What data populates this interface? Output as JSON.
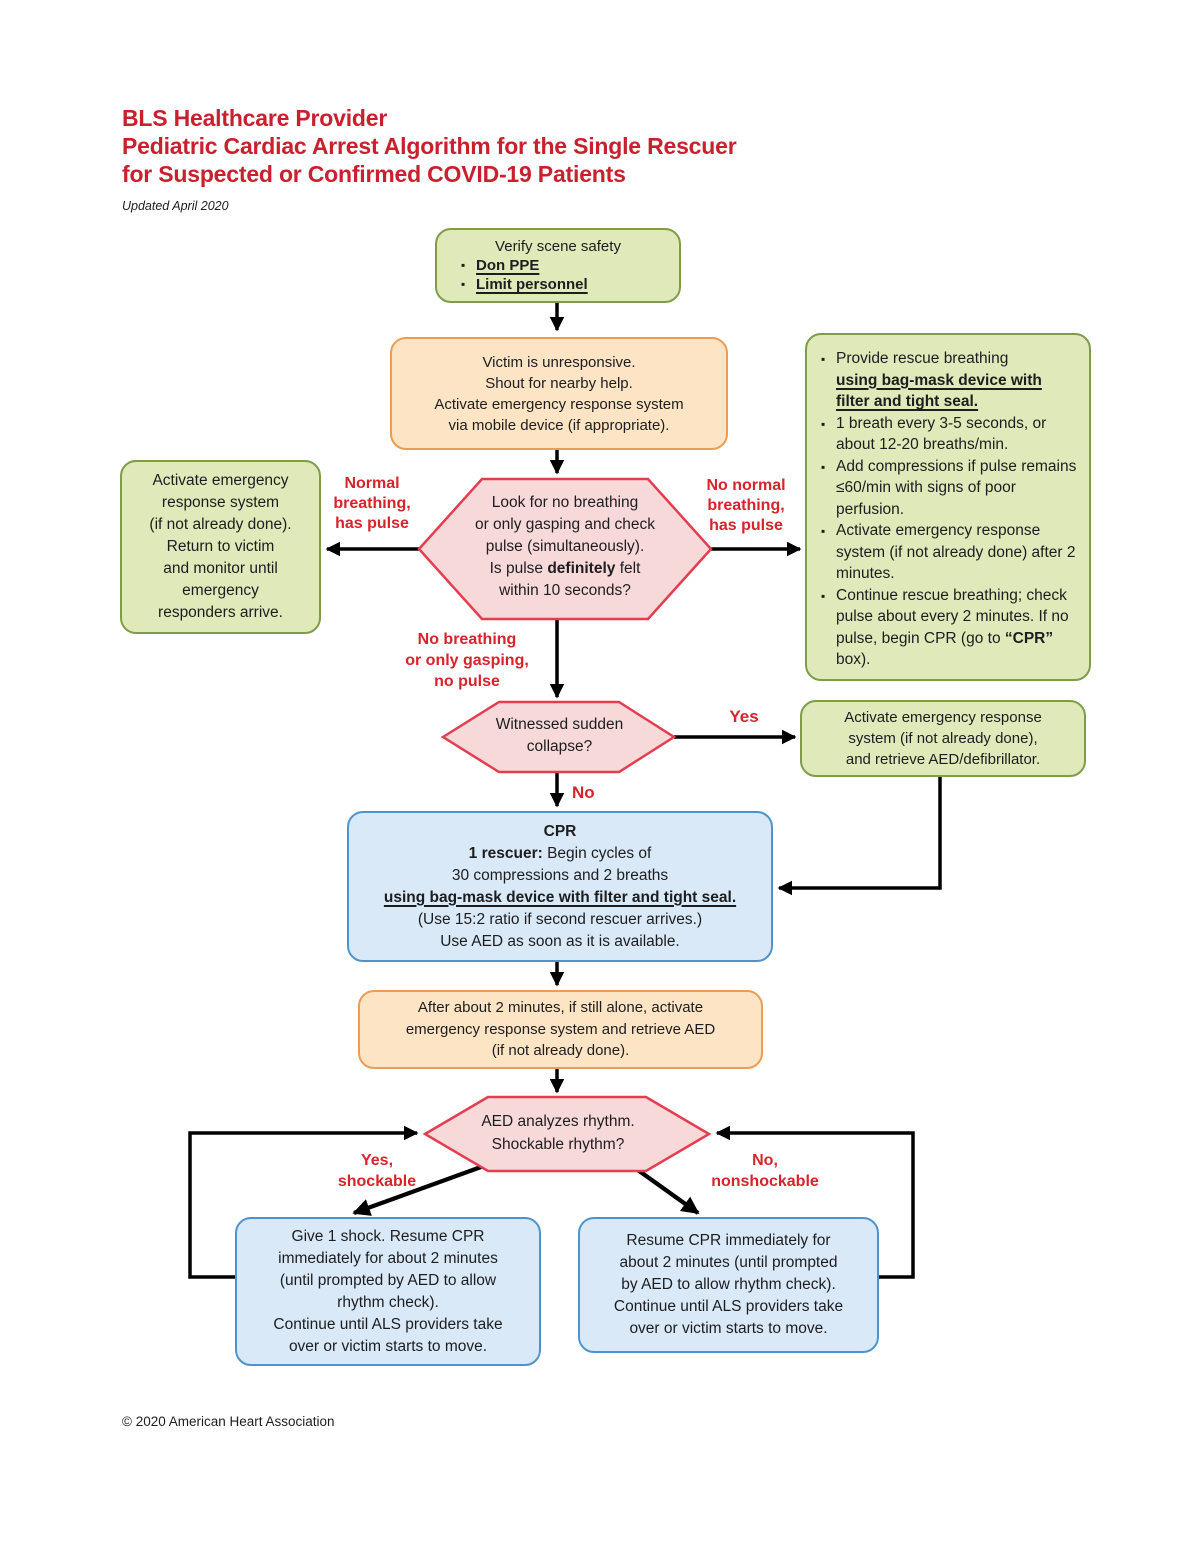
{
  "title": {
    "lines": [
      "BLS Healthcare Provider",
      "Pediatric Cardiac Arrest Algorithm for the Single Rescuer",
      "for Suspected or Confirmed COVID-19 Patients"
    ],
    "updated": "Updated April 2020"
  },
  "boxes": {
    "scene_safety": {
      "title": "Verify scene safety",
      "bullets": [
        "Don PPE",
        "Limit personnel"
      ]
    },
    "unresponsive": {
      "lines": [
        "Victim is unresponsive.",
        "Shout for nearby help.",
        "Activate emergency response system",
        "via mobile device (if appropriate)."
      ]
    },
    "rescue_breathing": {
      "b1_pre": "Provide rescue breathing ",
      "b1_emph": "using bag-mask device with filter and tight seal.",
      "b2": "1 breath every 3-5 seconds, or about 12-20 breaths/min.",
      "b3": "Add compressions if pulse remains ≤60/min with signs of poor perfusion.",
      "b4": "Activate emergency response system (if not already done) after 2 minutes.",
      "b5_pre": "Continue rescue breathing; check pulse about every 2 minutes. If no pulse, begin CPR (go to ",
      "b5_bold": "“CPR”",
      "b5_post": " box)."
    },
    "monitor": {
      "lines": [
        "Activate emergency",
        "response system",
        "(if not already done).",
        "Return to victim",
        "and monitor until",
        "emergency",
        "responders arrive."
      ]
    },
    "activate_aed": {
      "lines": [
        "Activate emergency response",
        "system (if not already done),",
        "and retrieve AED/defibrillator."
      ]
    },
    "cpr": {
      "title": "CPR",
      "l2_bold": "1 rescuer:",
      "l2_rest": " Begin cycles of",
      "l3": "30 compressions and 2 breaths",
      "l4": "using bag-mask device with filter and tight seal.",
      "l5": "(Use 15:2 ratio if second rescuer arrives.)",
      "l6": "Use AED as soon as it is available."
    },
    "after_2min": {
      "lines": [
        "After about 2 minutes, if still alone, activate",
        "emergency response system and retrieve AED",
        "(if not already done)."
      ]
    },
    "give_shock": {
      "lines": [
        "Give 1 shock. Resume CPR",
        "immediately for about 2 minutes",
        "(until prompted by AED to allow",
        "rhythm check).",
        "Continue until ALS providers take",
        "over or victim starts to move."
      ]
    },
    "resume_cpr": {
      "lines": [
        "Resume CPR immediately for",
        "about 2 minutes (until prompted",
        "by AED to allow rhythm check).",
        "Continue until ALS providers take",
        "over or victim starts to move."
      ]
    }
  },
  "decisions": {
    "pulse_check": {
      "l1": "Look for no breathing",
      "l2": "or only gasping and check",
      "l3": "pulse (simultaneously).",
      "l4_pre": "Is pulse ",
      "l4_bold": "definitely",
      "l4_post": " felt",
      "l5": "within 10 seconds?"
    },
    "witnessed": {
      "lines": [
        "Witnessed sudden",
        "collapse?"
      ]
    },
    "aed": {
      "lines": [
        "AED analyzes rhythm.",
        "Shockable rhythm?"
      ]
    }
  },
  "labels": {
    "normal_breathing": [
      "Normal",
      "breathing,",
      "has pulse"
    ],
    "no_normal_breathing": [
      "No normal",
      "breathing,",
      "has pulse"
    ],
    "no_breathing": [
      "No breathing",
      "or only gasping,",
      "no pulse"
    ],
    "yes": "Yes",
    "no": "No",
    "yes_shockable": [
      "Yes,",
      "shockable"
    ],
    "no_nonshockable": [
      "No,",
      "nonshockable"
    ]
  },
  "footer": "© 2020 American Heart Association",
  "colors": {
    "title_red": "#c9202e",
    "label_red": "#d7232b",
    "green_fill": "#dfe9ba",
    "green_border": "#7e9c4a",
    "orange_fill": "#fde4c4",
    "orange_border": "#eb9c55",
    "pink_fill": "#f8d9d9",
    "pink_border": "#e33d50",
    "blue_fill": "#d9e9f7",
    "blue_border": "#4f93ce",
    "connector": "#000000"
  }
}
